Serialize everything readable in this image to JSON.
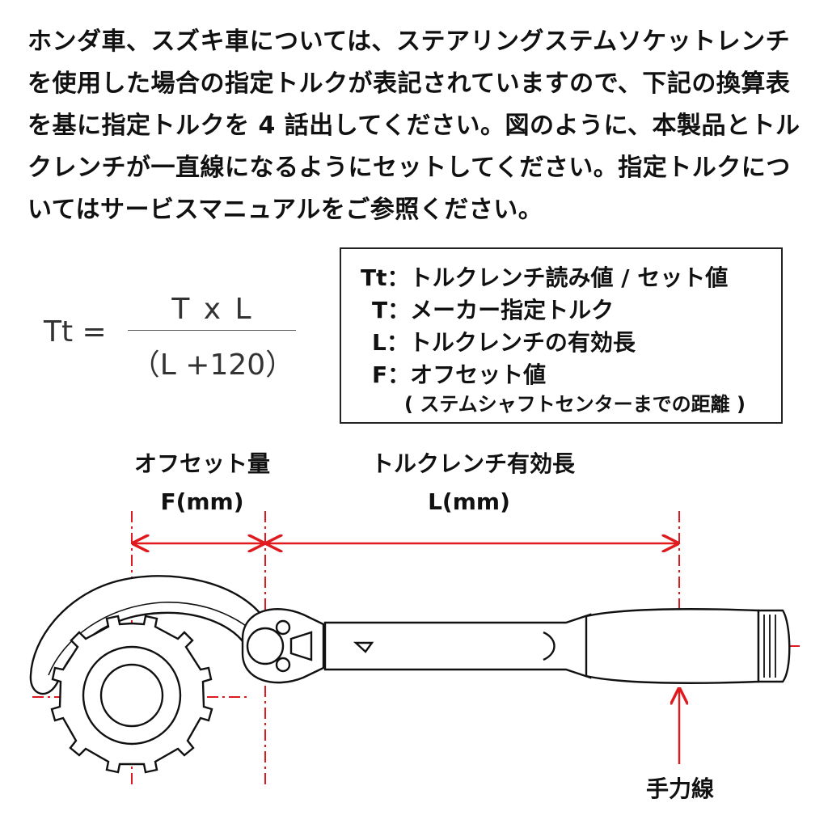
{
  "intro": {
    "lines": [
      "ホンダ車、スズキ車については、ステアリングステムソケットレンチ",
      "を使用した場合の指定トルクが表記されていますので、下記の換算表",
      "を基に指定トルクを 4 話出してください。図のように、本製品とトル",
      "クレンチが一直線になるようにセットしてください。指定トルクにつ",
      "いてはサービスマニュアルをご参照ください。"
    ]
  },
  "formula": {
    "lhs": "Tt =",
    "numerator": "T x L",
    "denominator": "（L +120）"
  },
  "legend": {
    "tt": "Tt：トルクレンチ読み値 / セット値",
    "t": "T：メーカー指定トルク",
    "l": "L：トルクレンチの有効長",
    "f": "F：オフセット値",
    "f_note": "( ステムシャフトセンターまでの距離 )"
  },
  "diagram": {
    "offset_title": "オフセット量",
    "offset_unit": "F(mm)",
    "length_title": "トルクレンチ有効長",
    "length_unit": "L(mm)",
    "force_line": "手力線"
  },
  "colors": {
    "dimension_red": "#e0191f",
    "outline": "#111111"
  }
}
